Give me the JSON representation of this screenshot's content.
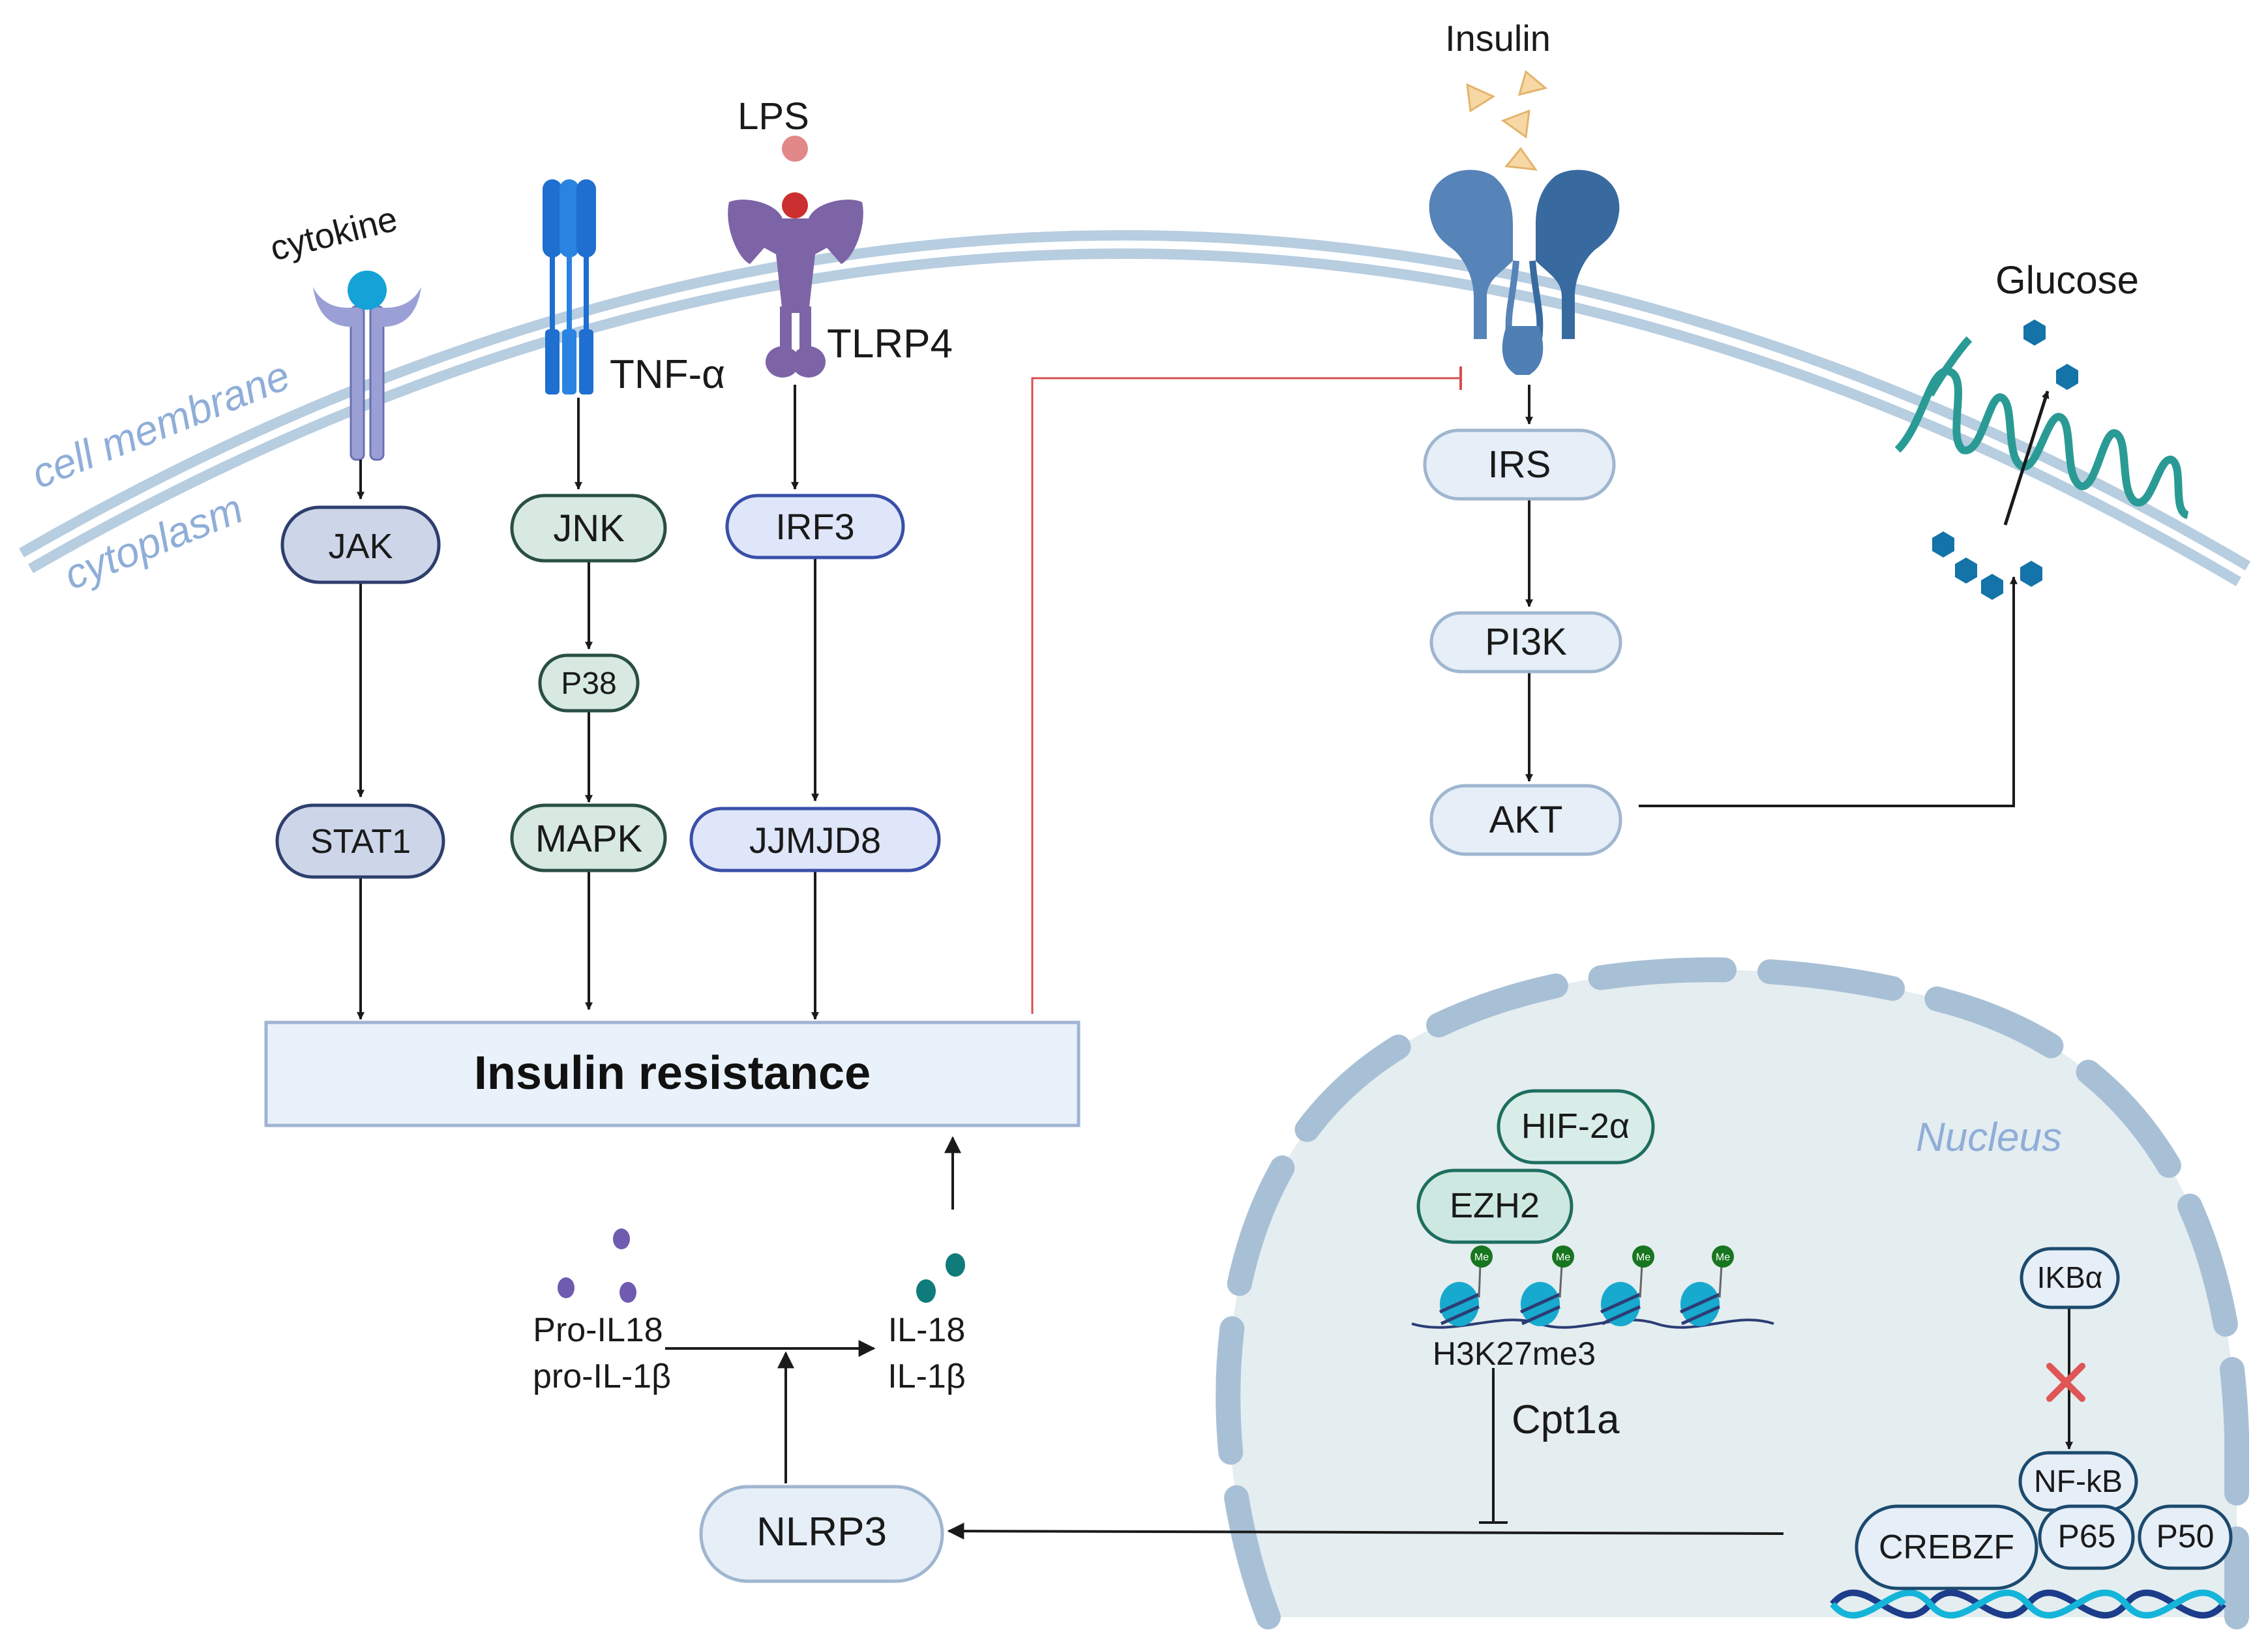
{
  "membrane": {
    "outer_label": "cell membrane",
    "inner_label": "cytoplasm"
  },
  "ligands": {
    "cytokine": "cytokine",
    "lps": "LPS",
    "insulin": "Insulin",
    "glucose": "Glucose"
  },
  "receptors": {
    "tnf": "TNF-α",
    "tlr": "TLRP4"
  },
  "pathway_jak": {
    "jak": "JAK",
    "stat1": "STAT1"
  },
  "pathway_jnk": {
    "jnk": "JNK",
    "p38": "P38",
    "mapk": "MAPK"
  },
  "pathway_irf": {
    "irf3": "IRF3",
    "jjmjd8": "JJMJD8"
  },
  "pathway_insulin": {
    "irs": "IRS",
    "pi3k": "PI3K",
    "akt": "AKT"
  },
  "central": {
    "insulin_resistance": "Insulin resistance"
  },
  "inflammasome": {
    "pro_il18": "Pro-IL18",
    "pro_il1b": "pro-IL-1β",
    "il18": "IL-18",
    "il1b": "IL-1β",
    "nlrp3": "NLRP3"
  },
  "nucleus": {
    "label": "Nucleus",
    "hif2a": "HIF-2α",
    "ezh2": "EZH2",
    "me_mark": "Me",
    "h3k27me3": "H3K27me3",
    "cpt1a": "Cpt1a",
    "ikba": "IKBα",
    "nfkb": "NF-kB",
    "crebzf": "CREBZF",
    "p65": "P65",
    "p50": "P50"
  },
  "colors": {
    "membrane": "#c3d6e6",
    "jak_fill": "#cdd5e8",
    "jnk_fill": "#d7e9e1",
    "irf_fill": "#dfe6f9",
    "insulin_fill": "#e6eef8",
    "nucleus_fill": "#e4edf0",
    "inhibit_line": "#d94d4d",
    "teal_receptor": "#2aa198",
    "insulin_receptor": "#4f7fb5",
    "tlr_receptor": "#7c64a6"
  }
}
